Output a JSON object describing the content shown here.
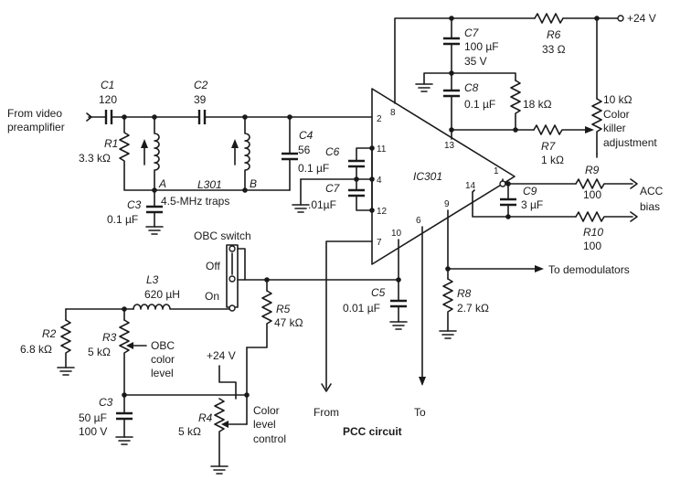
{
  "labels": {
    "from_video": "From video",
    "preamplifier": "preamplifier",
    "c1_name": "C1",
    "c1_val": "120",
    "c2_name": "C2",
    "c2_val": "39",
    "r1_name": "R1",
    "r1_val": "3.3 kΩ",
    "node_a": "A",
    "node_b": "B",
    "l301": "L301",
    "traps": "4.5-MHz traps",
    "c3a_name": "C3",
    "c3a_val": "0.1 µF",
    "c4_name": "C4",
    "c4_val": "56",
    "c6_name": "C6",
    "c6_val": "0.1 µF",
    "c7a_name": "C7",
    "c7a_val": ".01µF",
    "c7b_name": "C7",
    "c7b_val1": "100 µF",
    "c7b_val2": "35 V",
    "c8_name": "C8",
    "c8_val": "0.1 µF",
    "r18k": "18 kΩ",
    "r6_name": "R6",
    "r6_val": "33 Ω",
    "supply": "+24 V",
    "r10k": "10 kΩ",
    "color": "Color",
    "killer": "killer",
    "adjustment": "adjustment",
    "r7_name": "R7",
    "r7_val": "1 kΩ",
    "ic": "IC301",
    "c9_name": "C9",
    "c9_val": "3 µF",
    "r9_name": "R9",
    "r9_val": "100",
    "r10_name": "R10",
    "r10_val": "100",
    "acc": "ACC",
    "bias": "bias",
    "to_demod": "To demodulators",
    "r8_name": "R8",
    "r8_val": "2.7 kΩ",
    "c5_name": "C5",
    "c5_val": "0.01 µF",
    "obc_switch": "OBC switch",
    "off": "Off",
    "on": "On",
    "l3_name": "L3",
    "l3_val": "620 µH",
    "r5_name": "R5",
    "r5_val": "47 kΩ",
    "r2_name": "R2",
    "r2_val": "6.8 kΩ",
    "r3_name": "R3",
    "r3_val": "5 kΩ",
    "obc": "OBC",
    "color2": "color",
    "level": "level",
    "plus24": "+24 V",
    "c3b_name": "C3",
    "c3b_val1": "50 µF",
    "c3b_val2": "100 V",
    "r4_name": "R4",
    "r4_val": "5 kΩ",
    "color3": "Color",
    "level2": "level",
    "control": "control",
    "from": "From",
    "to": "To",
    "pcc": "PCC circuit"
  },
  "pins": {
    "p1": "1",
    "p2": "2",
    "p4": "4",
    "p6": "6",
    "p7": "7",
    "p8": "8",
    "p9": "9",
    "p10": "10",
    "p11": "11",
    "p12": "12",
    "p13": "13",
    "p14": "14"
  }
}
